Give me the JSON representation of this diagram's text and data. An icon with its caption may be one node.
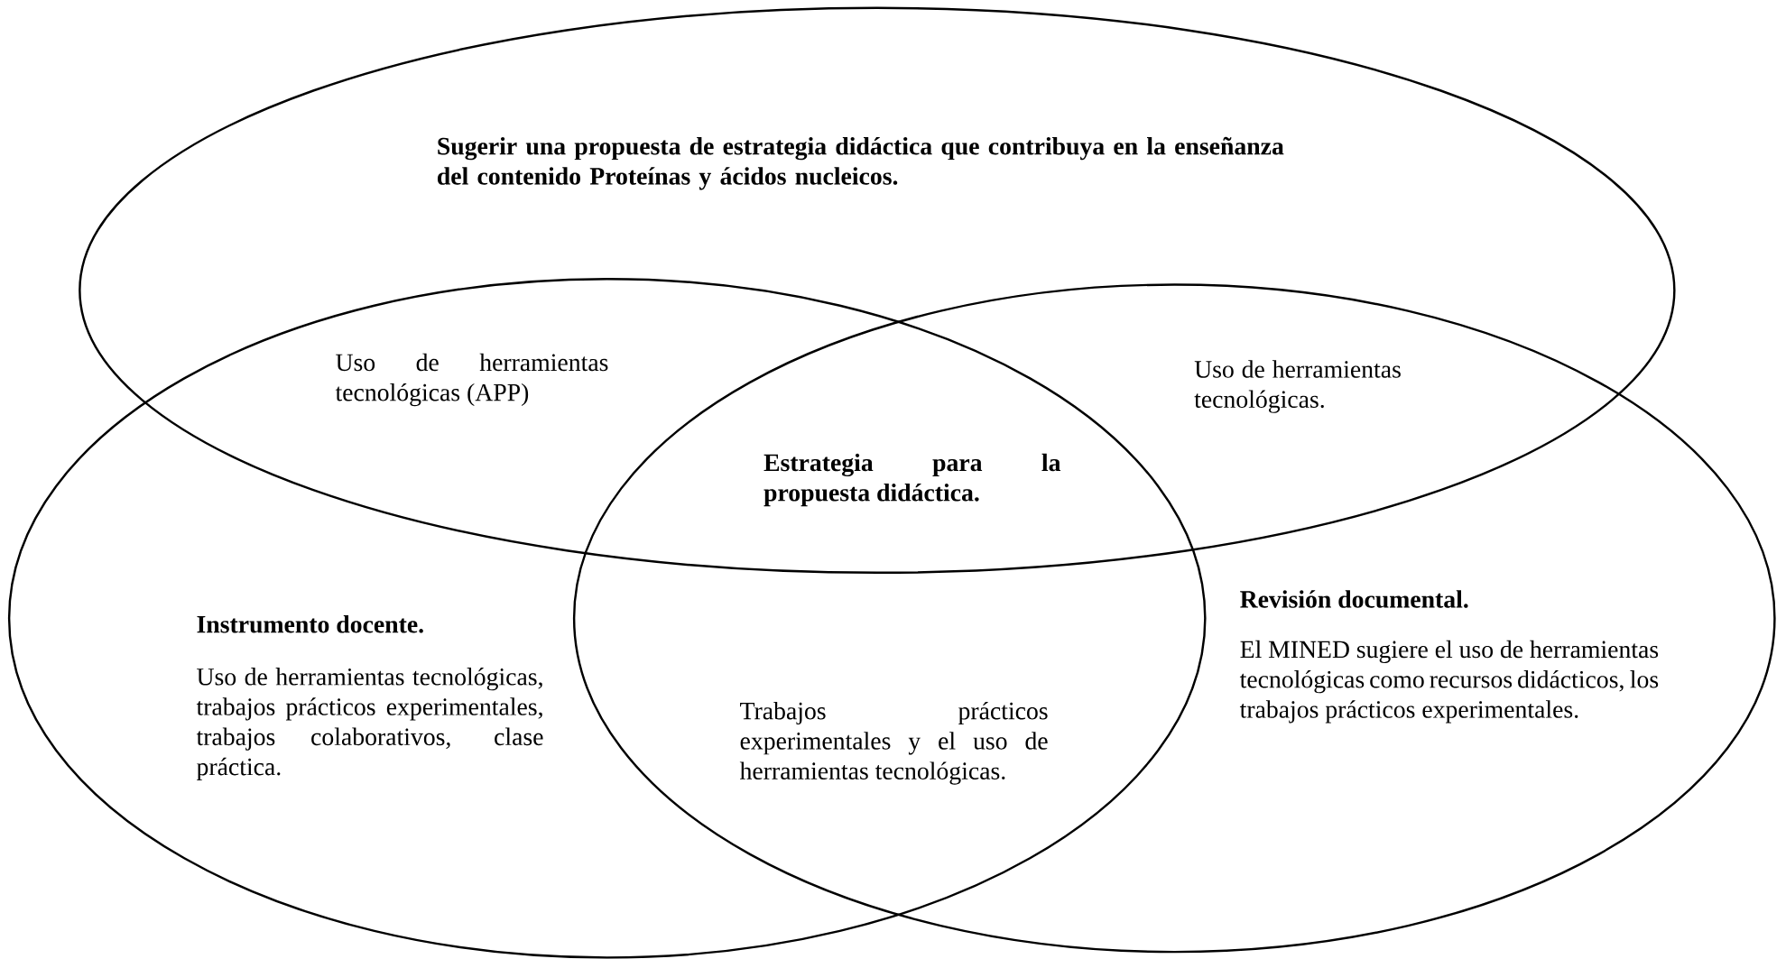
{
  "diagram": {
    "nodes": [
      {
        "text": [
          "Sugerir una propuesta de estrategia didáctica que contribuya en la enseñanza del contenido Proteínas y ácidos nucleicos."
        ]
      },
      {
        "text": [
          "Instrumento docente.",
          "Uso de herramientas tecnológicas, trabajos prácticos experimentales, trabajos colaborativos, clase práctica."
        ]
      },
      {
        "text": [
          "Revisión documental.",
          "El MINED sugiere el uso de herramientas tecnológicas como recursos didácticos, los trabajos prácticos experimentales."
        ]
      }
    ],
    "labels": [
      "Uso de herramientas tecnológicas (APP)",
      "Uso de herramientas tecnológicas.",
      "Estrategia para la propuesta didáctica.",
      "Trabajos prácticos experimentales y el uso de herramientas tecnológicas."
    ]
  }
}
